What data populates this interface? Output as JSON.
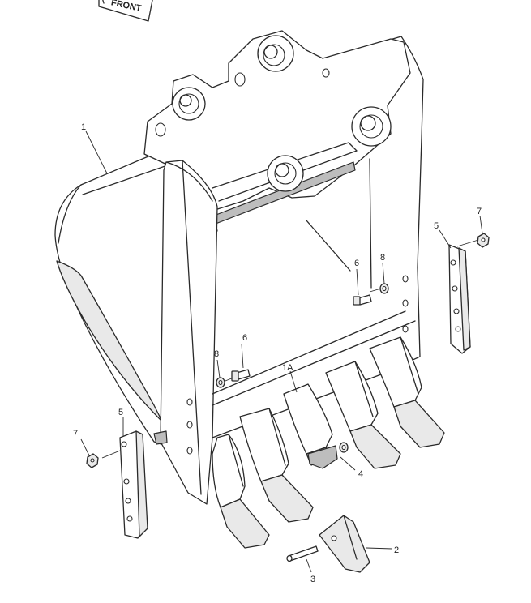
{
  "callouts": {
    "front_tag": "FRONT",
    "bucket_body": "1",
    "center_tooth": "1A",
    "tooth_point": "2",
    "pin": "3",
    "retainer": "4",
    "side_cutter_left": "5",
    "side_cutter_right": "5",
    "bolt_left": "6",
    "bolt_right": "6",
    "nut_left": "7",
    "nut_right": "7",
    "washer_left": "8",
    "washer_right": "8"
  }
}
